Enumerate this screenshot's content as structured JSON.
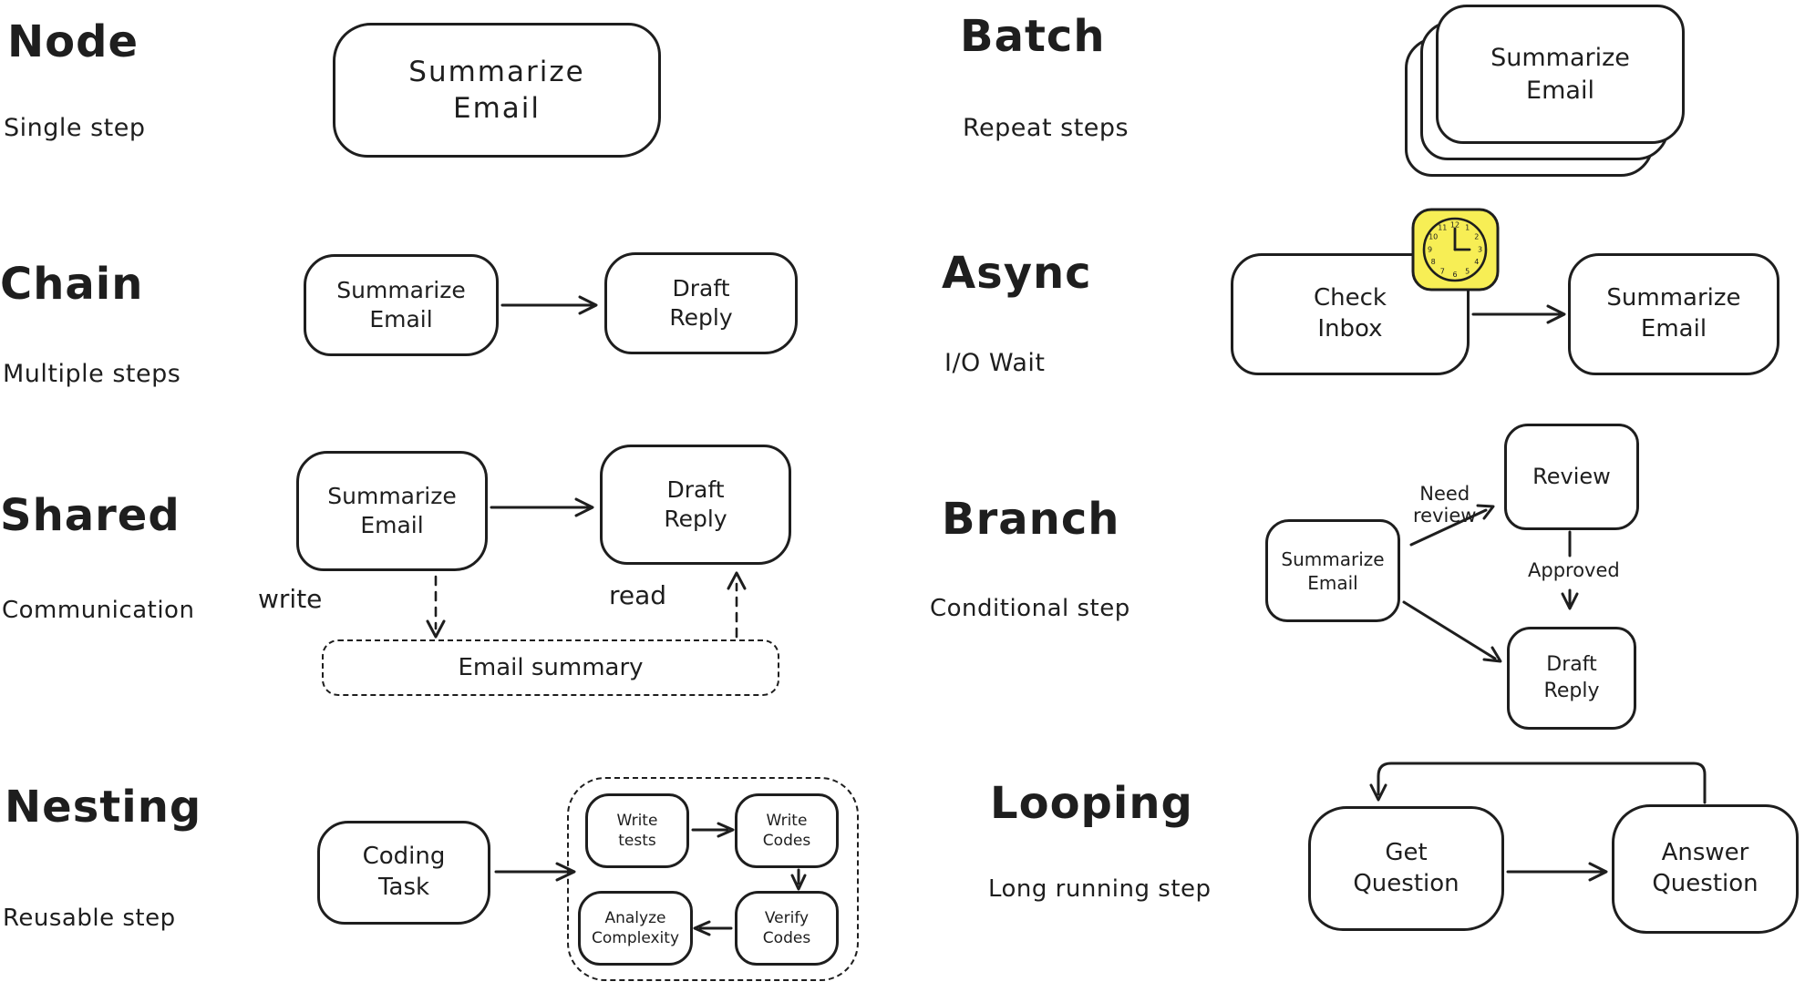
{
  "page": {
    "background": "#ffffff",
    "ink": "#1e1e1e",
    "clock_fill": "#f7ee55"
  },
  "sections": {
    "node": {
      "title": "Node",
      "subtitle": "Single step",
      "box_label": "Summarize\nEmail"
    },
    "chain": {
      "title": "Chain",
      "subtitle": "Multiple steps",
      "box1_label": "Summarize\nEmail",
      "box2_label": "Draft\nReply"
    },
    "shared": {
      "title": "Shared",
      "subtitle": "Communication",
      "box1_label": "Summarize\nEmail",
      "box2_label": "Draft\nReply",
      "write_label": "write",
      "read_label": "read",
      "store_label": "Email summary"
    },
    "nesting": {
      "title": "Nesting",
      "subtitle": "Reusable step",
      "task_label": "Coding\nTask",
      "write_tests_label": "Write\ntests",
      "write_codes_label": "Write\nCodes",
      "verify_codes_label": "Verify\nCodes",
      "analyze_complexity_label": "Analyze\nComplexity"
    },
    "batch": {
      "title": "Batch",
      "subtitle": "Repeat steps",
      "box_label": "Summarize\nEmail"
    },
    "async": {
      "title": "Async",
      "subtitle": "I/O Wait",
      "box1_label": "Check\nInbox",
      "box2_label": "Summarize\nEmail",
      "clock_numbers": [
        "12",
        "1",
        "2",
        "3",
        "4",
        "5",
        "6",
        "7",
        "8",
        "9",
        "10",
        "11"
      ]
    },
    "branch": {
      "title": "Branch",
      "subtitle": "Conditional step",
      "source_label": "Summarize\nEmail",
      "review_label": "Review",
      "draft_label": "Draft\nReply",
      "need_review_label": "Need\nreview",
      "approved_label": "Approved"
    },
    "looping": {
      "title": "Looping",
      "subtitle": "Long running step",
      "box1_label": "Get\nQuestion",
      "box2_label": "Answer\nQuestion"
    }
  }
}
